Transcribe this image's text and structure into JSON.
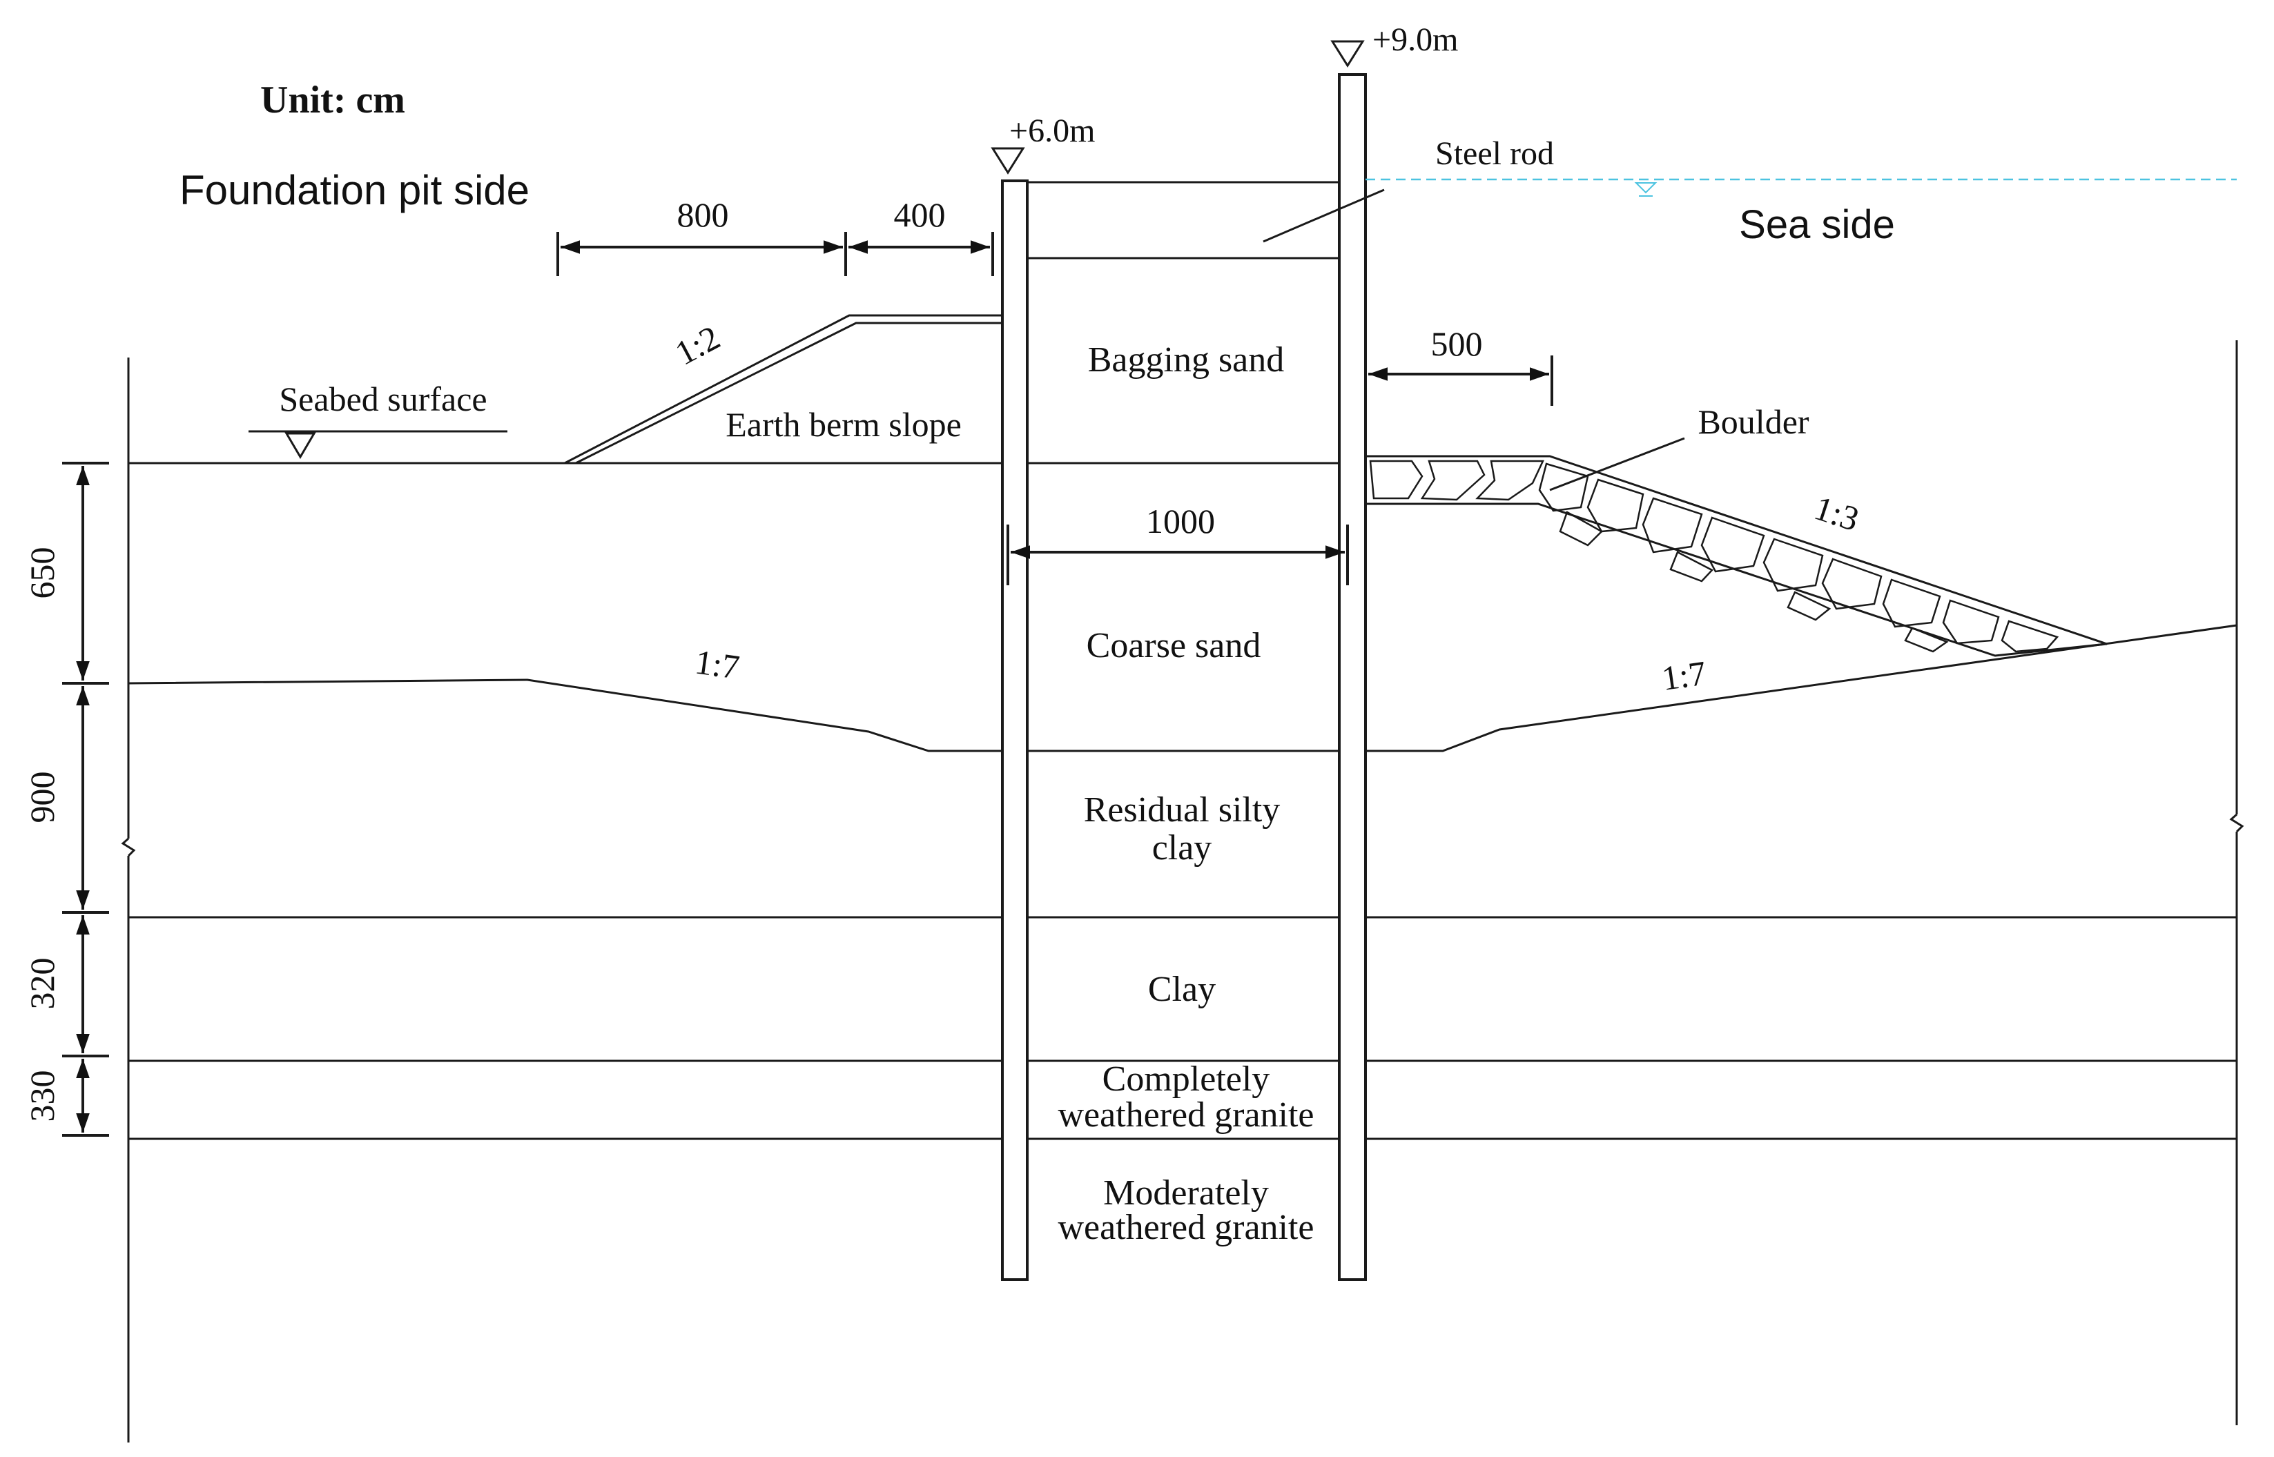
{
  "header": {
    "unit": "Unit: cm",
    "pit_side": "Foundation pit side",
    "sea_side": "Sea side"
  },
  "elevations": {
    "left_wall_top": "+6.0m",
    "right_wall_top": "+9.0m"
  },
  "labels": {
    "steel_rod": "Steel rod",
    "bagging_sand": "Bagging sand",
    "seabed_surface": "Seabed surface",
    "earth_berm_slope": "Earth berm slope",
    "boulder": "Boulder",
    "coarse_sand": "Coarse sand",
    "residual_silty_clay_1": "Residual silty",
    "residual_silty_clay_2": "clay",
    "clay": "Clay",
    "cw_granite_1": "Completely",
    "cw_granite_2": "weathered granite",
    "mw_granite_1": "Moderately",
    "mw_granite_2": "weathered granite"
  },
  "slopes": {
    "berm": "1:2",
    "boulder": "1:3",
    "left_sand": "1:7",
    "right_sand": "1:7"
  },
  "dimensions": {
    "berm_toe_width": "800",
    "berm_top_width": "400",
    "boulder_top_width": "500",
    "wall_spacing": "1000",
    "coarse_sand_thickness": "650",
    "residual_clay_thickness": "900",
    "clay_thickness": "320",
    "cw_granite_thickness": "330"
  },
  "colors": {
    "line": "#1a1a1a",
    "water_level": "#4cc3e0"
  }
}
